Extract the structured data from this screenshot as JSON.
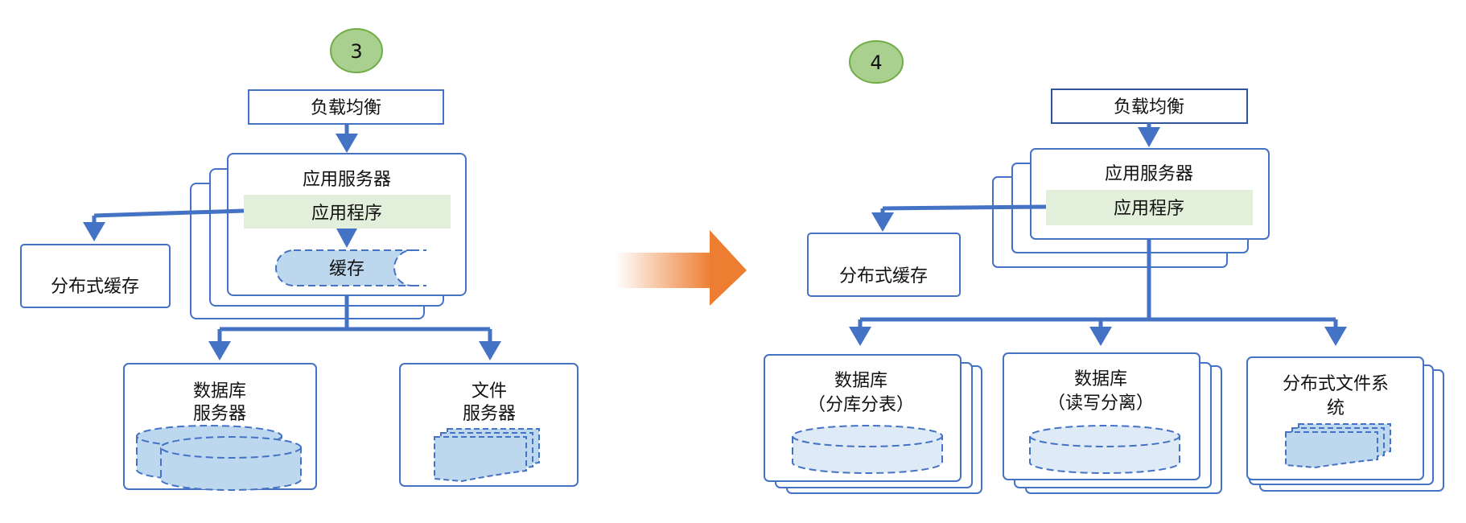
{
  "colors": {
    "box_stroke": "#4472C4",
    "arrow": "#4472C4",
    "app_band": "#E2EFDA",
    "storage_fill": "#BDD7EE",
    "storage_light": "#DEEBF7",
    "badge_fill": "#A9D08E",
    "badge_stroke": "#70AD47",
    "transition_arrow": "#ED7D31"
  },
  "stage3": {
    "badge": "3",
    "load_balancer": "负载均衡",
    "app_server": "应用服务器",
    "app_program": "应用程序",
    "local_cache": "缓存",
    "distributed_cache": "分布式缓存",
    "db_server_line1": "数据库",
    "db_server_line2": "服务器",
    "file_server_line1": "文件",
    "file_server_line2": "服务器"
  },
  "stage4": {
    "badge": "4",
    "load_balancer": "负载均衡",
    "app_server": "应用服务器",
    "app_program": "应用程序",
    "distributed_cache": "分布式缓存",
    "db_shard_line1": "数据库",
    "db_shard_line2": "（分库分表）",
    "db_rw_line1": "数据库",
    "db_rw_line2": "（读写分离）",
    "dfs_line1": "分布式文件系",
    "dfs_line2": "统"
  }
}
